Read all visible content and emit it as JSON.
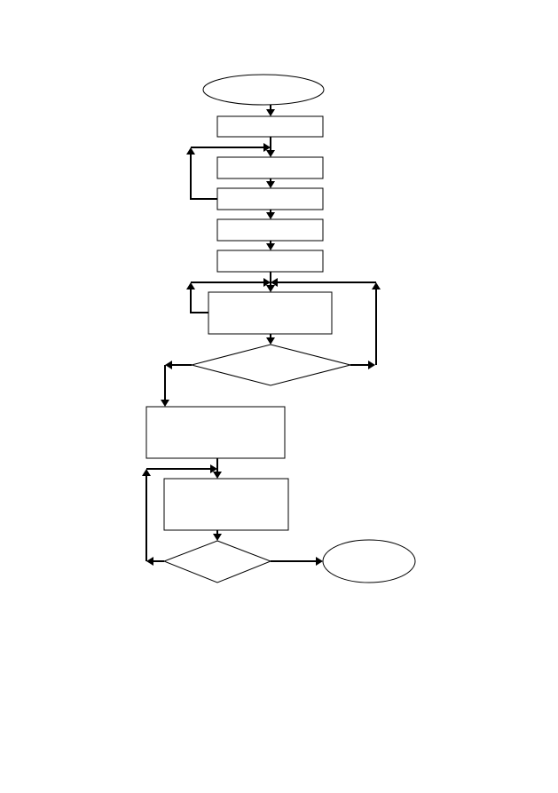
{
  "diagram": {
    "colors": {
      "background": "#ffffff",
      "stroke": "#000000",
      "fill": "#ffffff"
    },
    "nodes": [
      {
        "id": "start",
        "shape": "ellipse",
        "label": ""
      },
      {
        "id": "step-1",
        "shape": "process",
        "label": ""
      },
      {
        "id": "step-2",
        "shape": "process",
        "label": ""
      },
      {
        "id": "step-3",
        "shape": "process",
        "label": ""
      },
      {
        "id": "step-4",
        "shape": "process",
        "label": ""
      },
      {
        "id": "step-5",
        "shape": "process",
        "label": ""
      },
      {
        "id": "step-6",
        "shape": "process",
        "label": ""
      },
      {
        "id": "decision-1",
        "shape": "decision",
        "label": ""
      },
      {
        "id": "step-7",
        "shape": "process",
        "label": ""
      },
      {
        "id": "step-8",
        "shape": "process",
        "label": ""
      },
      {
        "id": "decision-2",
        "shape": "decision",
        "label": ""
      },
      {
        "id": "end",
        "shape": "ellipse",
        "label": ""
      }
    ],
    "edges": [
      {
        "id": "start-to-step-1",
        "from": "start",
        "to": "step-1"
      },
      {
        "id": "step-1-to-step-2",
        "from": "step-1",
        "to": "step-2"
      },
      {
        "id": "step-2-to-step-3",
        "from": "step-2",
        "to": "step-3"
      },
      {
        "id": "step-3-loop-to-step-2",
        "from": "step-3",
        "to": "step-2"
      },
      {
        "id": "step-3-to-step-4",
        "from": "step-3",
        "to": "step-4"
      },
      {
        "id": "step-4-to-step-5",
        "from": "step-4",
        "to": "step-5"
      },
      {
        "id": "step-5-to-step-6",
        "from": "step-5",
        "to": "step-6"
      },
      {
        "id": "step-6-self-loop",
        "from": "step-6",
        "to": "step-6"
      },
      {
        "id": "decision-1-to-step-7",
        "from": "decision-1",
        "to": "step-7"
      },
      {
        "id": "decision-1-loop-to-step-6",
        "from": "decision-1",
        "to": "step-6"
      },
      {
        "id": "step-7-to-step-8",
        "from": "step-7",
        "to": "step-8"
      },
      {
        "id": "step-8-to-decision-2",
        "from": "step-8",
        "to": "decision-2"
      },
      {
        "id": "decision-2-loop-to-step-8",
        "from": "decision-2",
        "to": "step-8"
      },
      {
        "id": "decision-2-to-end",
        "from": "decision-2",
        "to": "end"
      }
    ]
  }
}
